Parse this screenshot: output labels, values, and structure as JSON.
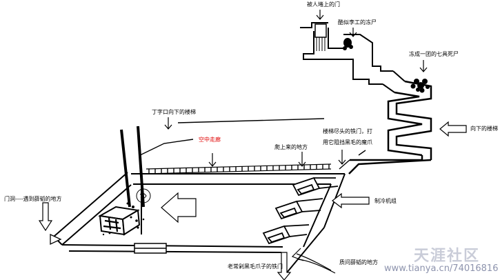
{
  "labels": {
    "blocked_door": "被人堵上的门",
    "liji_corpse": "酷似李工的冻尸",
    "seven_corpses": "冻成一团的七具死尸",
    "down_stairs_right": "向下的楼梯",
    "t_junction_stairs": "丁字口向下的楼梯",
    "mid_air_corridor": "空中走廊",
    "climb_up": "爬上来的地方",
    "iron_door_line1": "楼梯尽头的铁门，打",
    "iron_door_line2": "用它阻挡黑毛的魔爪",
    "refrigeration": "制冷机组",
    "hole_entrance": "门洞----遇到薛韬的地方",
    "claw_iron_door": "老常剁黑毛爪子的铁门",
    "ask_xuetao": "质问薛韬的地方"
  },
  "watermark": {
    "site": "天涯社区",
    "url": "www.tianya.cn/74016816"
  },
  "colors": {
    "ink": "#000000",
    "highlight": "#e00000"
  }
}
